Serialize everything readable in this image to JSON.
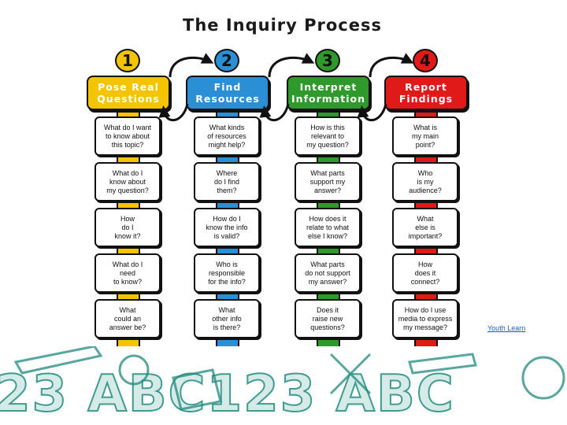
{
  "title": "The Inquiry Process",
  "steps": [
    {
      "number": "1",
      "heading": "Pose Real\nQuestions",
      "color": "#f5c400",
      "questions": [
        "What do I want\nto know about\nthis topic?",
        "What do I\nknow about\nmy question?",
        "How\ndo I\nknow it?",
        "What do I\nneed\nto know?",
        "What\ncould an\nanswer be?"
      ]
    },
    {
      "number": "2",
      "heading": "Find\nResources",
      "color": "#2b8fd6",
      "questions": [
        "What kinds\nof resources\nmight help?",
        "Where\ndo I find\nthem?",
        "How do I\nknow the info\nis valid?",
        "Who is\nresponsible\nfor the info?",
        "What\nother info\nis there?"
      ]
    },
    {
      "number": "3",
      "heading": "Interpret\nInformation",
      "color": "#2f9a2b",
      "questions": [
        "How is this\nrelevant to\nmy question?",
        "What parts\nsupport my\nanswer?",
        "How does it\nrelate to what\nelse I know?",
        "What parts\ndo not support\nmy answer?",
        "Does it\nraise new\nquestions?"
      ]
    },
    {
      "number": "4",
      "heading": "Report\nFindings",
      "color": "#e01919",
      "questions": [
        "What is\nmy main\npoint?",
        "Who\nis my\naudience?",
        "What\nelse is\nimportant?",
        "How\ndoes it\nconnect?",
        "How do I use\nmedia to express\nmy message?"
      ]
    }
  ],
  "credit": "Youth Learn",
  "decoration_text": "23 ABC123 ABC"
}
